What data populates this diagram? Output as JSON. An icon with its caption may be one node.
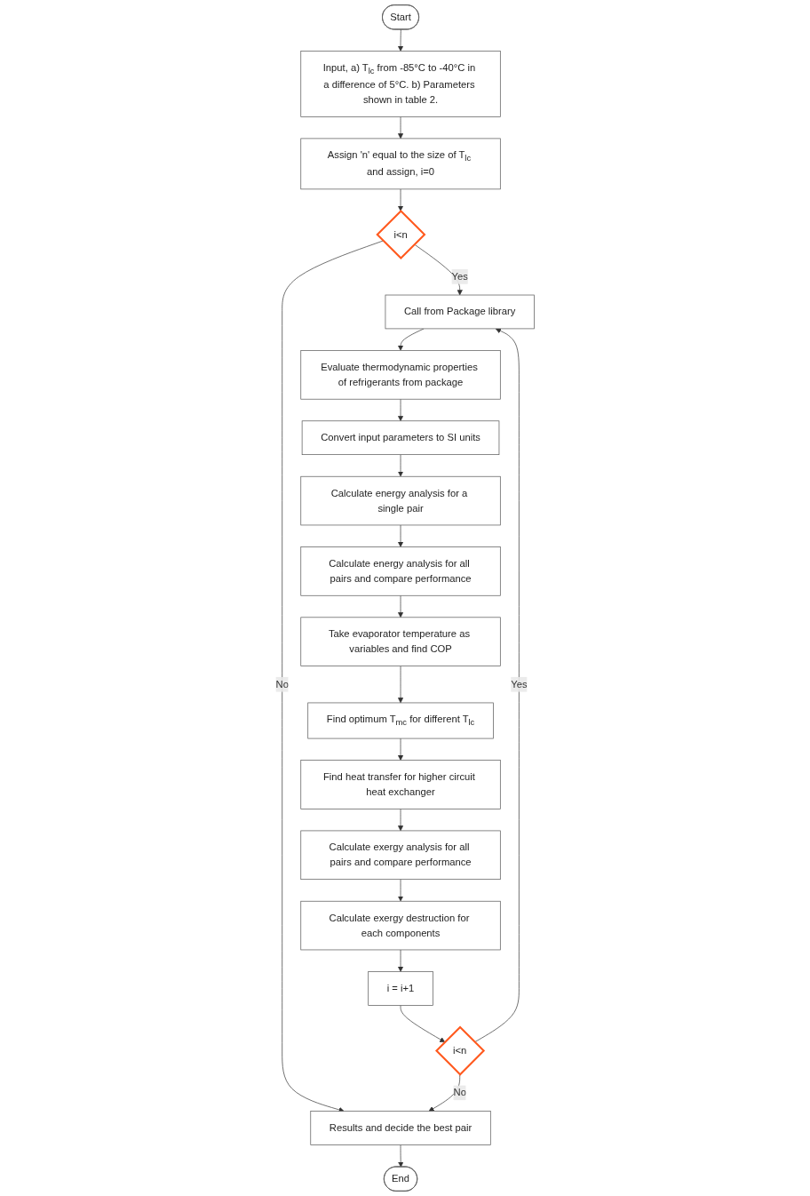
{
  "diagram": {
    "nodes": [
      {
        "text": [
          "Start"
        ]
      },
      {
        "text": [
          "Input, a) T$_{lc}$ from -85°C to -40°C in a difference of 5°C. b) Parameters shown in table 2."
        ]
      },
      {
        "text": [
          "Assign 'n' equal to the size of T$_{lc}$ and assign, i=0"
        ]
      },
      {
        "text": [
          "i<n"
        ]
      },
      {
        "text": [
          "End"
        ]
      },
      {
        "text": [
          "Results and decide the best pair"
        ]
      },
      {
        "text": [
          "i<n"
        ]
      },
      {
        "text": [
          "Call from Package library"
        ]
      },
      {
        "text": [
          "Evaluate thermodynamic properties of refrigerants from package"
        ]
      },
      {
        "text": [
          "Convert input parameters to SI units"
        ]
      },
      {
        "text": [
          "Calculate energy analysis for a single pair"
        ]
      },
      {
        "text": [
          "Calculate energy analysis for all pairs and compare performance"
        ]
      },
      {
        "text": [
          "Take evaporator temperature as variables and find COP"
        ]
      },
      {
        "text": [
          "i = i+1"
        ]
      },
      {
        "text": [
          "Calculate exergy destruction for each components"
        ]
      },
      {
        "text": [
          "Calculate exergy analysis for all pairs and compare performance"
        ]
      },
      {
        "text": [
          "Find heat transfer for higher circuit heat exchanger"
        ]
      },
      {
        "text": [
          "Find optimum T$_{mc}$ for different T$_{lc}$"
        ]
      }
    ],
    "edges": [
      {
        "from": 0,
        "to": 1,
        "arrow": "to"
      },
      {
        "from": 1,
        "to": 2,
        "arrow": "to"
      },
      {
        "from": 2,
        "to": 3,
        "arrow": "to"
      },
      {
        "from": 3,
        "to": 5,
        "arrow": "to",
        "label": "No"
      },
      {
        "from": 5,
        "to": 4,
        "arrow": "to"
      },
      {
        "from": 6,
        "to": 5,
        "arrow": "to",
        "label": "No"
      },
      {
        "from": 3,
        "to": 7,
        "arrow": "to",
        "label": "Yes"
      },
      {
        "from": 6,
        "to": 7,
        "arrow": "to",
        "label": "Yes"
      },
      {
        "from": 7,
        "to": 8,
        "arrow": "to"
      },
      {
        "from": 8,
        "to": 9,
        "arrow": "to"
      },
      {
        "from": 9,
        "to": 10,
        "arrow": "to"
      },
      {
        "from": 10,
        "to": 11,
        "arrow": "to"
      },
      {
        "from": 11,
        "to": 12,
        "arrow": "to"
      },
      {
        "from": 12,
        "to": 17,
        "arrow": "to"
      },
      {
        "from": 17,
        "to": 16,
        "arrow": "to"
      },
      {
        "from": 16,
        "to": 15,
        "arrow": "to"
      },
      {
        "from": 15,
        "to": 14,
        "arrow": "to"
      },
      {
        "from": 14,
        "to": 13,
        "arrow": "to"
      },
      {
        "from": 13,
        "to": 6,
        "arrow": "to"
      }
    ]
  }
}
